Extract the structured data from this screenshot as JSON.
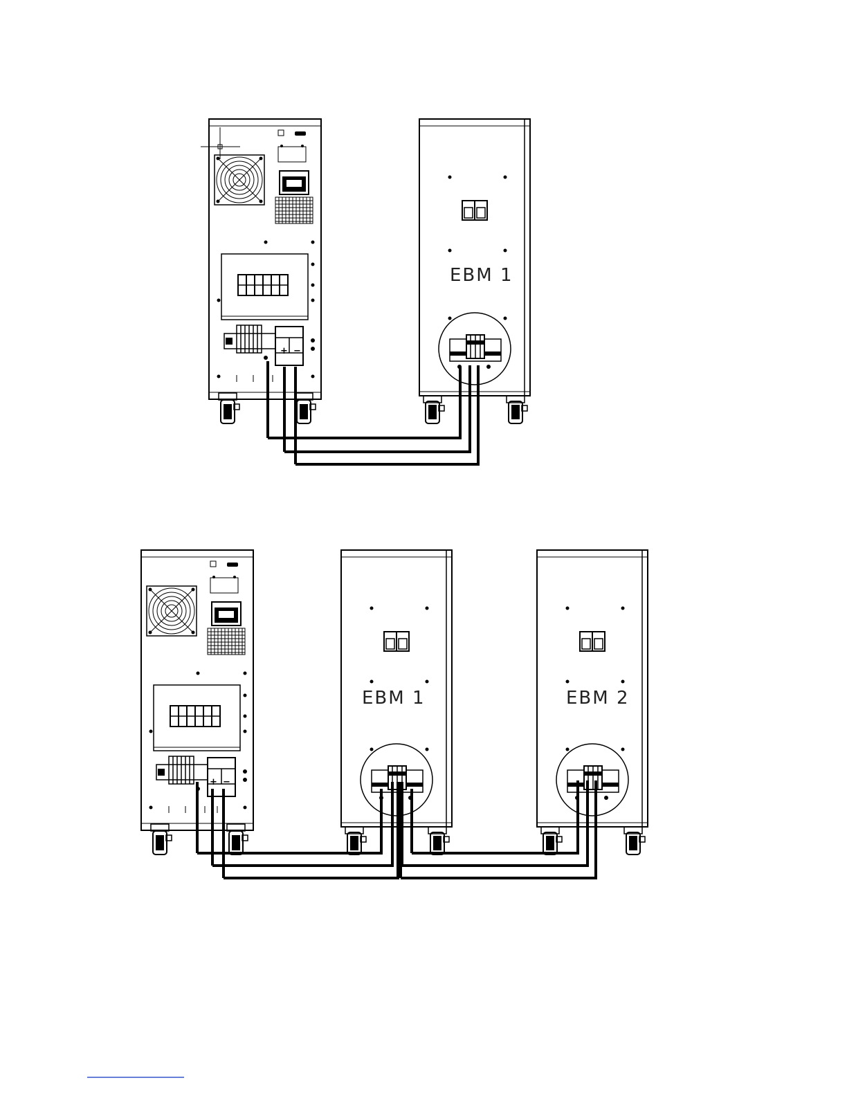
{
  "diagram1": {
    "cabinet_labels": [
      "EBM 1"
    ],
    "terminal_plus": "+",
    "terminal_minus": "−"
  },
  "diagram2": {
    "cabinet_labels": [
      "EBM 1",
      "EBM 2"
    ],
    "terminal_plus": "+",
    "terminal_minus": "−"
  },
  "colors": {
    "line": "#000000",
    "footer_rule": "#3355cc"
  }
}
